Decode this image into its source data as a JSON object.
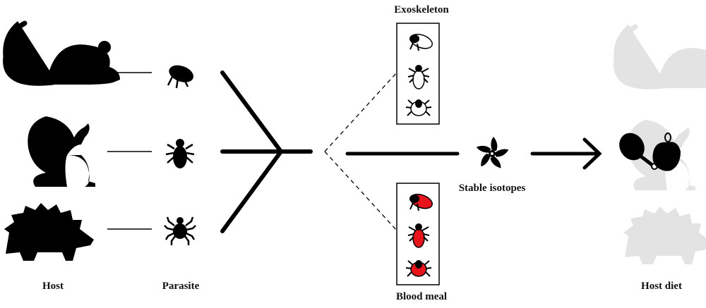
{
  "labels": {
    "host": "Host",
    "parasite": "Parasite",
    "exoskeleton": "Exoskeleton",
    "blood_meal": "Blood meal",
    "stable_isotopes": "Stable isotopes",
    "host_diet": "Host diet"
  },
  "hosts": [
    "mouse-icon",
    "squirrel-icon",
    "hedgehog-icon"
  ],
  "parasites": [
    "flea-icon",
    "louse-icon",
    "tick-icon"
  ],
  "colors": {
    "ink": "#000000",
    "blood": "#e8141c",
    "faded": "#e3e3e3"
  }
}
